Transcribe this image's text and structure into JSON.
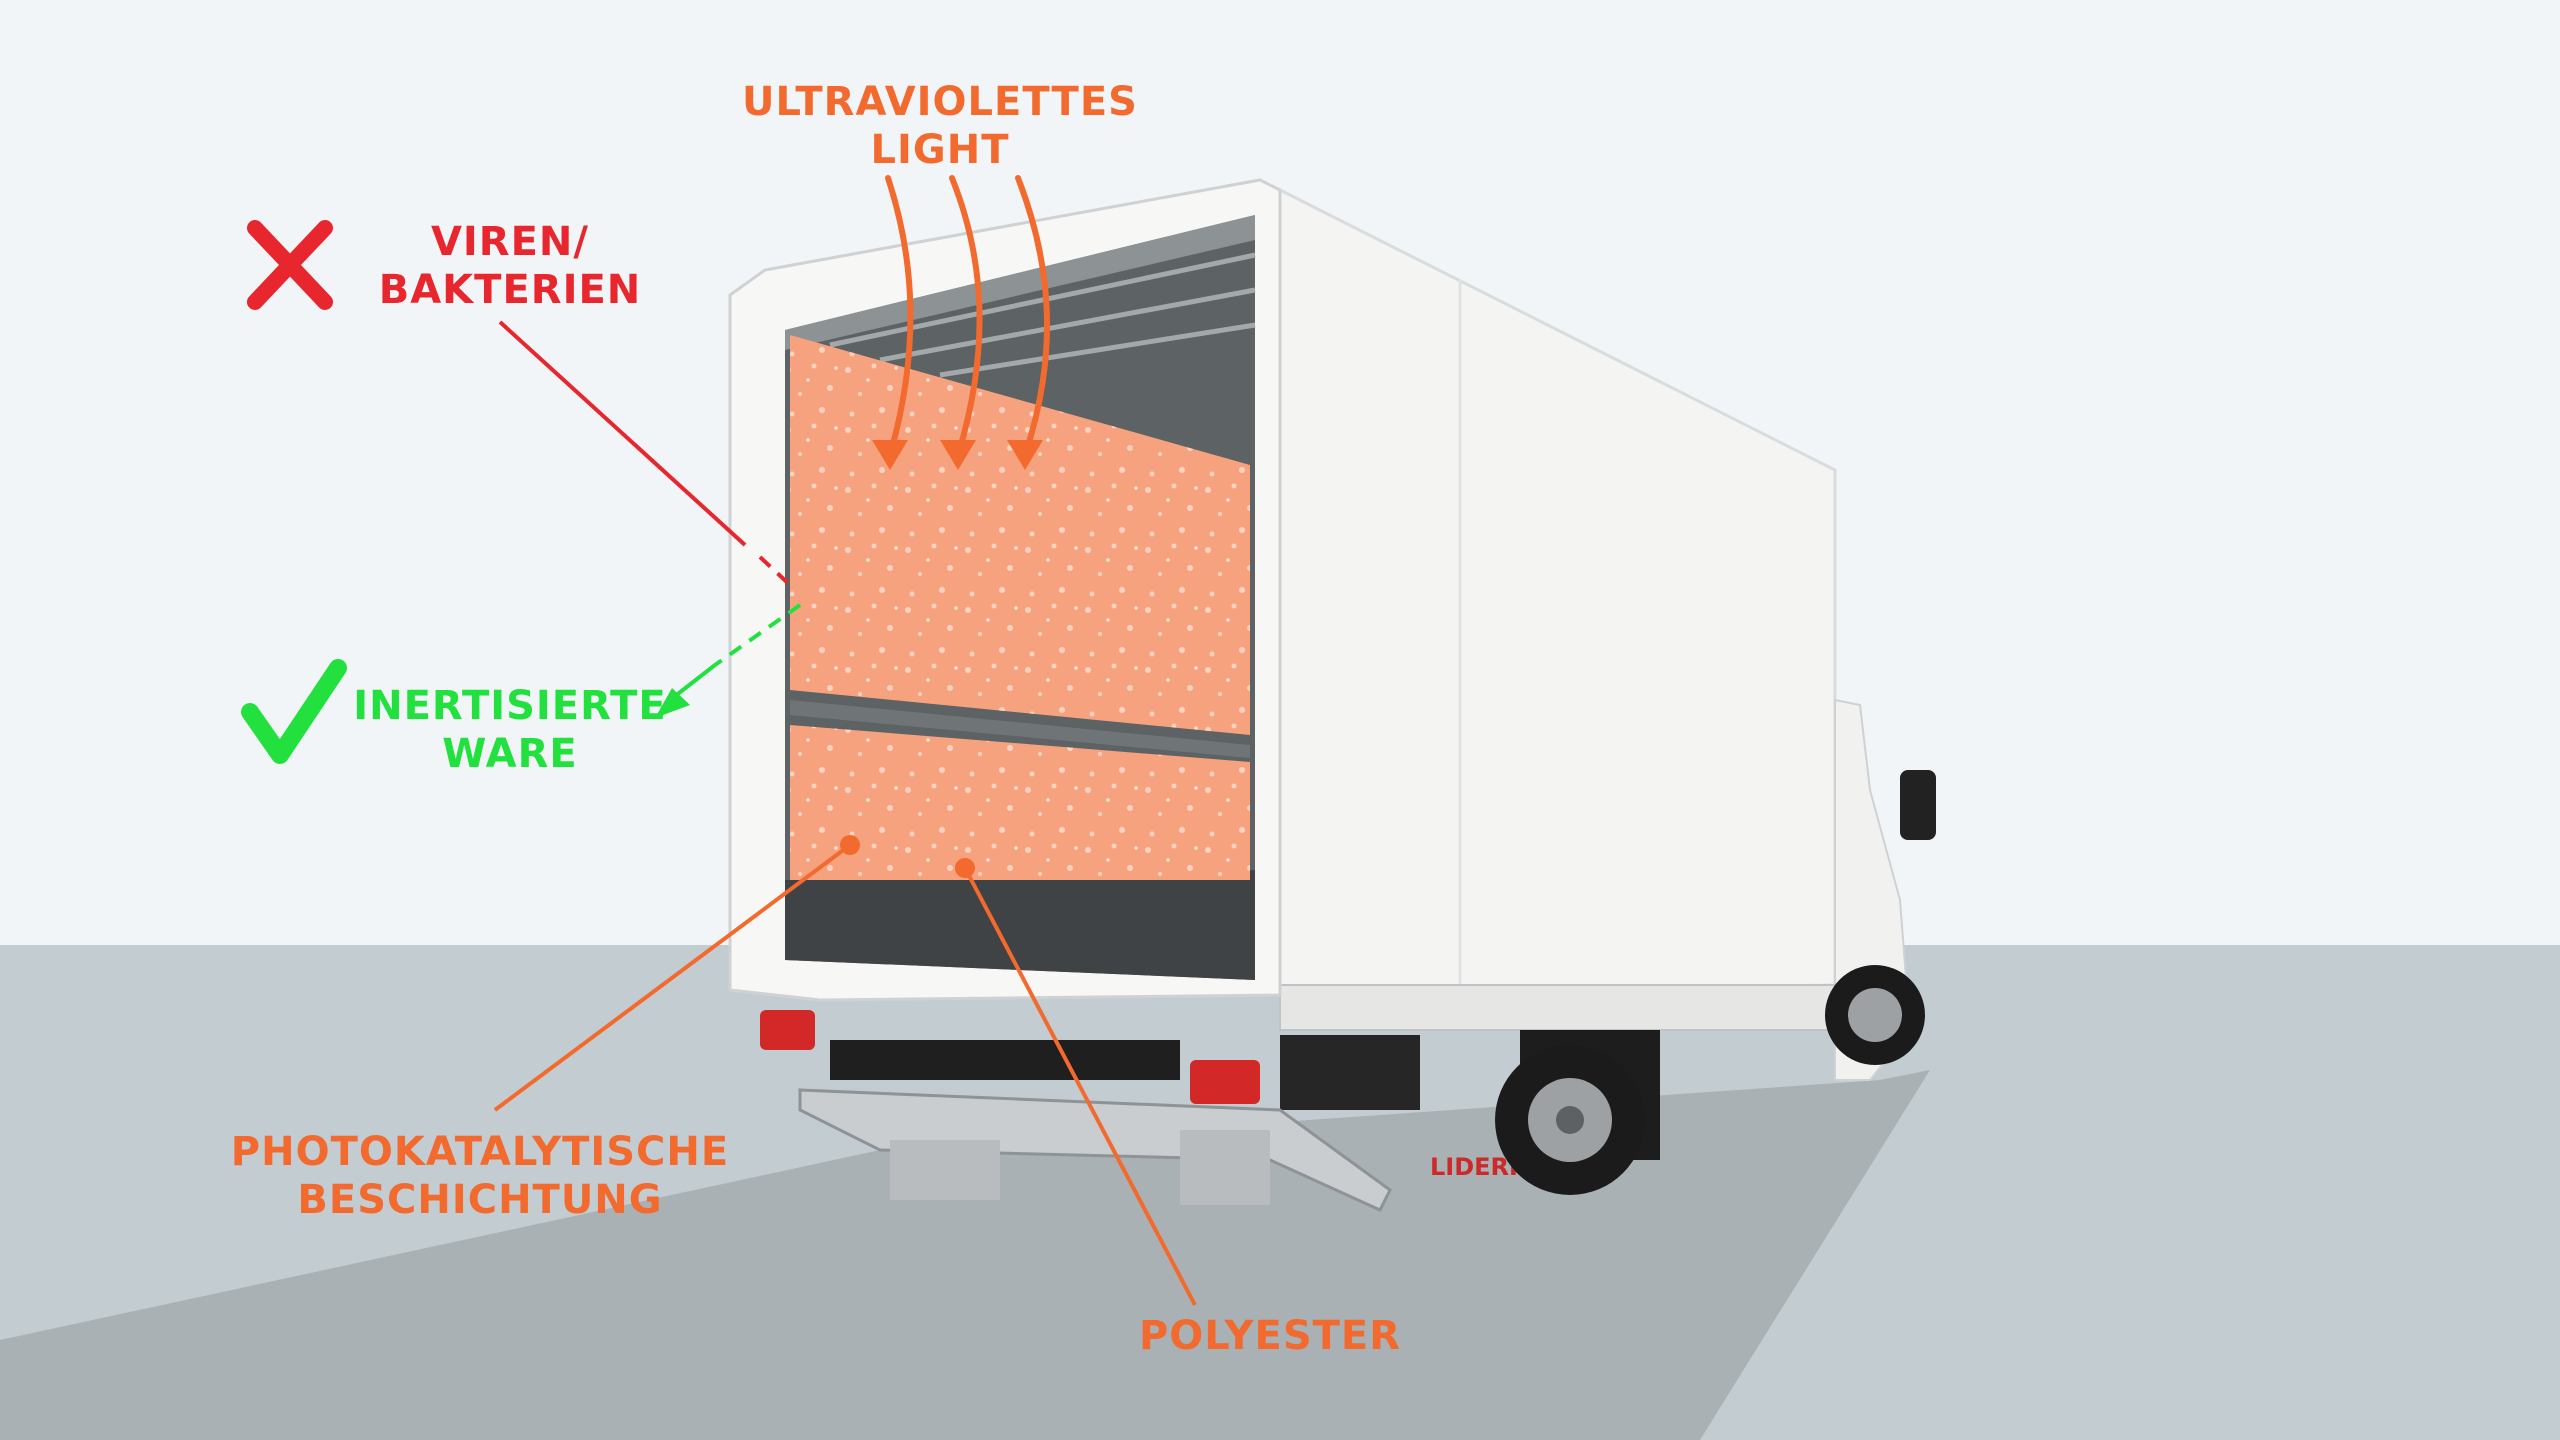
{
  "labels": {
    "uv_light": {
      "line1": "ULTRAVIOLETTES",
      "line2": "LIGHT"
    },
    "viruses": {
      "line1": "VIREN/",
      "line2": "BAKTERIEN"
    },
    "inertized": {
      "line1": "INERTISIERTE",
      "line2": "WARE"
    },
    "photocatalytic": {
      "line1": "PHOTOKATALYTISCHE",
      "line2": "BESCHICHTUNG"
    },
    "polyester": {
      "line1": "POLYESTER"
    }
  },
  "badges": {
    "brand": "LIDERKIT"
  },
  "icons": {
    "cross": "cross-mark-icon",
    "check": "check-mark-icon"
  },
  "colors": {
    "background": "#f2f5f8",
    "ground": "#c3ccd1",
    "road": "#a9b1b5",
    "accent_orange": "#f26a2e",
    "panel_orange": "#f7a27e",
    "virus_red": "#e8262e",
    "check_green": "#22e13f",
    "truck_white": "#f4f4f2"
  }
}
